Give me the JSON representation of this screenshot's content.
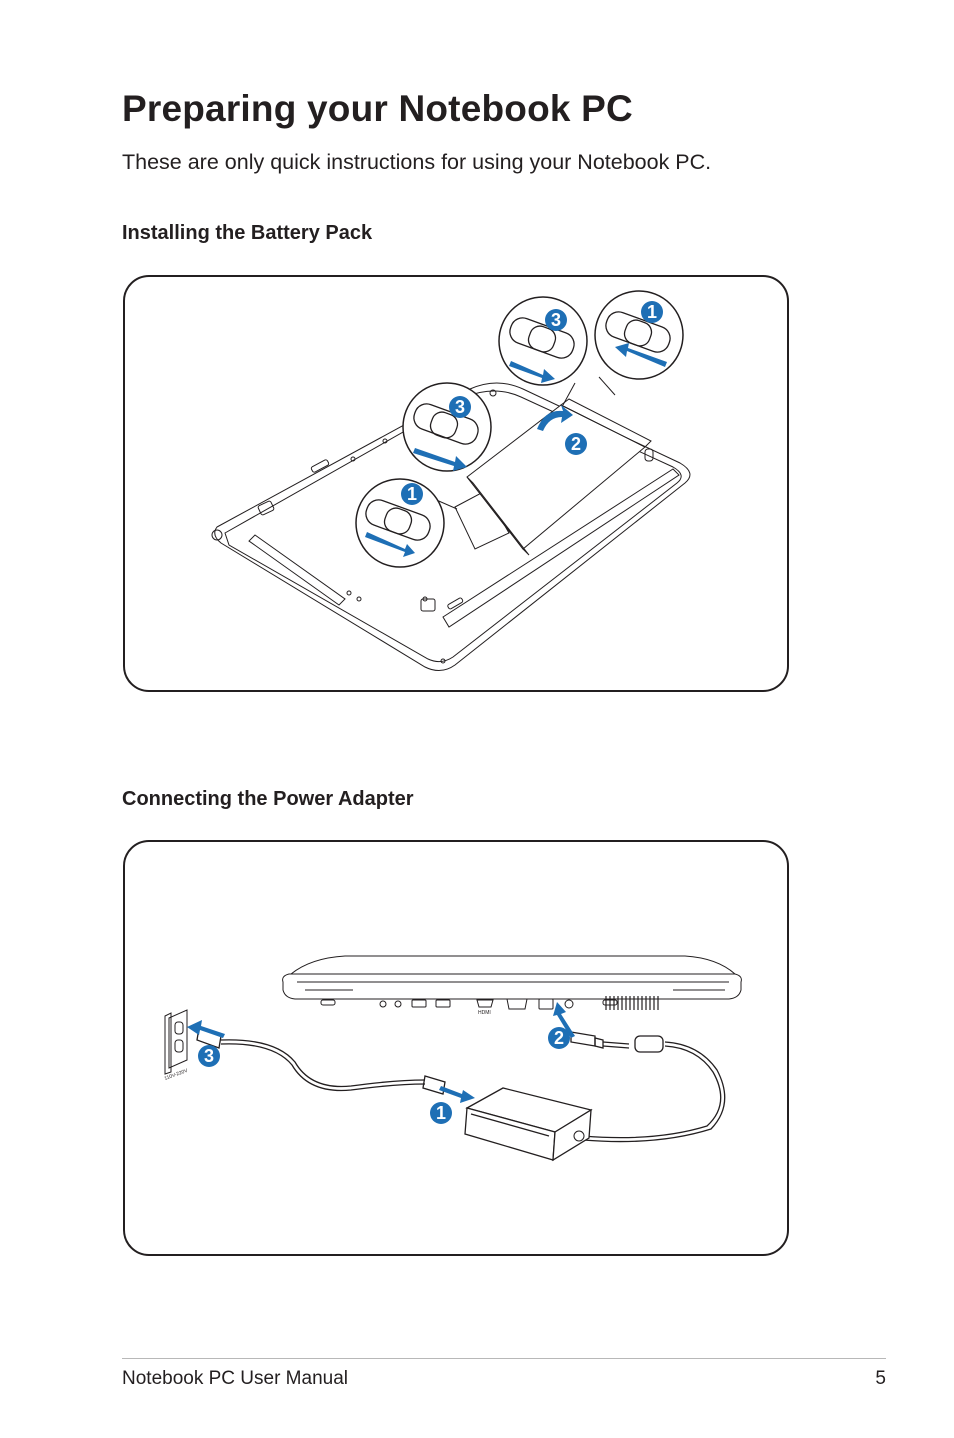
{
  "page": {
    "title": "Preparing your Notebook PC",
    "intro": "These are only quick instructions for using your Notebook PC."
  },
  "sections": {
    "battery": {
      "heading": "Installing the Battery Pack",
      "step_labels": [
        "1",
        "2",
        "3",
        "3",
        "1"
      ]
    },
    "power": {
      "heading": "Connecting the Power Adapter",
      "step_labels": [
        "1",
        "2",
        "3"
      ],
      "outlet_voltage": "110V-220V",
      "port_label": "HDMI"
    }
  },
  "footer": {
    "manual_name": "Notebook PC User Manual",
    "page_number": "5"
  },
  "colors": {
    "accent_blue": "#1e6fb5",
    "line": "#231f20"
  }
}
